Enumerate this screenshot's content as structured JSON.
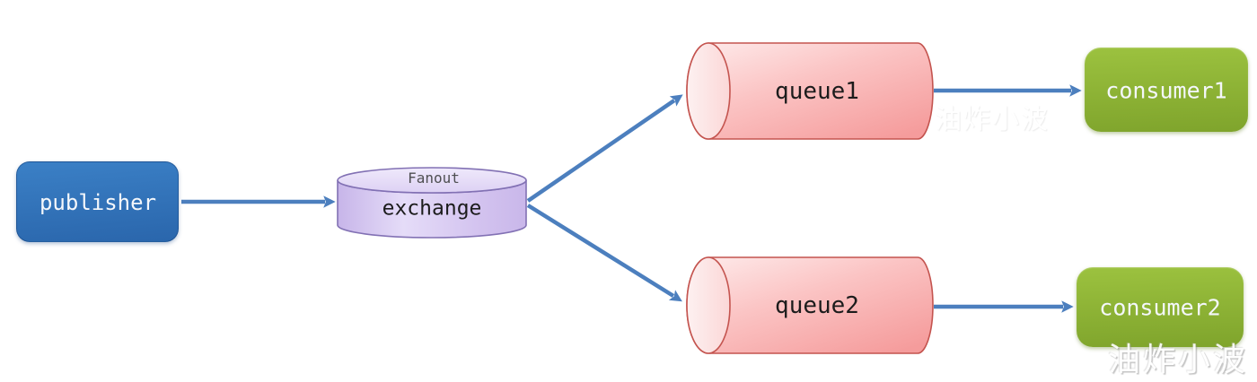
{
  "nodes": {
    "publisher": {
      "label": "publisher"
    },
    "exchange": {
      "label": "exchange",
      "type": "Fanout"
    },
    "queue1": {
      "label": "queue1"
    },
    "queue2": {
      "label": "queue2"
    },
    "consumer1": {
      "label": "consumer1"
    },
    "consumer2": {
      "label": "consumer2"
    }
  },
  "edges": [
    {
      "from": "publisher",
      "to": "exchange"
    },
    {
      "from": "exchange",
      "to": "queue1"
    },
    {
      "from": "exchange",
      "to": "queue2"
    },
    {
      "from": "queue1",
      "to": "consumer1"
    },
    {
      "from": "queue2",
      "to": "consumer2"
    }
  ],
  "watermark": {
    "text": "油炸小波"
  },
  "colors": {
    "publisher_top": "#3b80c6",
    "publisher_bottom": "#2a66ac",
    "consumer_top": "#9cc23f",
    "consumer_bottom": "#7fa42c",
    "queue_stroke": "#c4544f",
    "queue_fill": "#f8a6a6",
    "exchange_stroke": "#8271b4",
    "exchange_fill": "#d6c6f0",
    "arrow": "#4c7fbe",
    "label_dark": "#1c1c1c",
    "label_light": "#f4f7fb",
    "fanout_label": "#4f4f52",
    "watermark": "#ffffff"
  }
}
